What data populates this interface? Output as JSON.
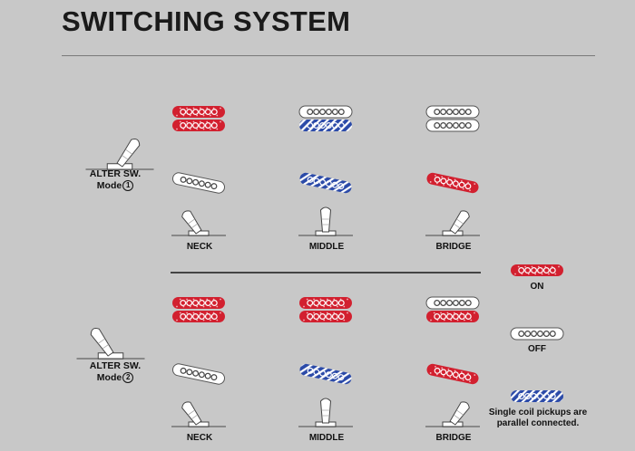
{
  "title": "SWITCHING SYSTEM",
  "colors": {
    "on": "#d2202f",
    "off": "#ffffff",
    "parallel": "#2b4aa8",
    "outline": "#555555",
    "background": "#c8c8c8"
  },
  "modes": [
    {
      "label": "ALTER SW.",
      "mode_text": "Mode",
      "mode_number": "1",
      "positions": [
        {
          "label": "NECK",
          "humbucker": [
            "on",
            "on"
          ],
          "single": "off"
        },
        {
          "label": "MIDDLE",
          "humbucker": [
            "off",
            "parallel"
          ],
          "single": "parallel"
        },
        {
          "label": "BRIDGE",
          "humbucker": [
            "off",
            "off"
          ],
          "single": "on"
        }
      ]
    },
    {
      "label": "ALTER SW.",
      "mode_text": "Mode",
      "mode_number": "2",
      "positions": [
        {
          "label": "NECK",
          "humbucker": [
            "on",
            "on"
          ],
          "single": "off"
        },
        {
          "label": "MIDDLE",
          "humbucker": [
            "on",
            "on"
          ],
          "single": "parallel"
        },
        {
          "label": "BRIDGE",
          "humbucker": [
            "off",
            "on"
          ],
          "single": "on"
        }
      ]
    }
  ],
  "legend": {
    "on": "ON",
    "off": "OFF",
    "parallel_line1": "Single coil pickups are",
    "parallel_line2": "parallel connected."
  }
}
